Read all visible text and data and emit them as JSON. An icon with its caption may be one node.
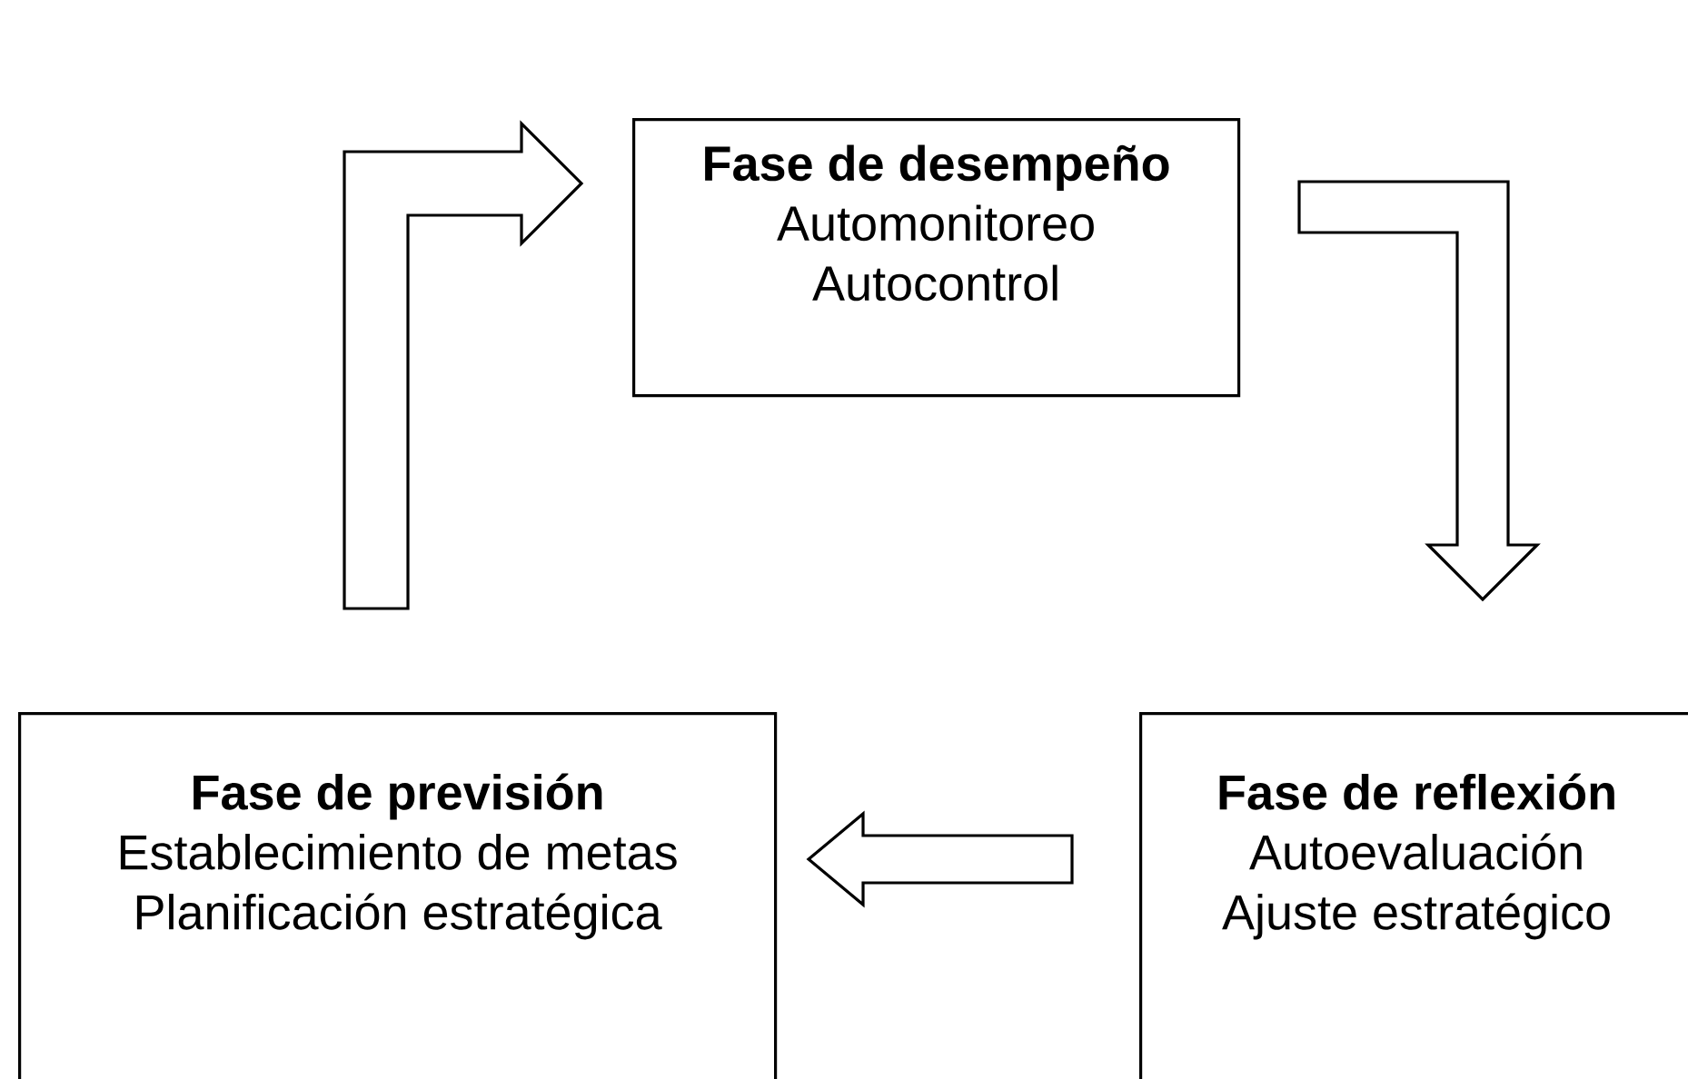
{
  "diagram": {
    "nodes": [
      {
        "text": [
          "Fase de desempeño",
          "Automonitoreo",
          "Autocontrol"
        ]
      },
      {
        "text": [
          "Fase de previsión",
          "Establecimiento de metas",
          "Planificación estratégica"
        ]
      },
      {
        "text": [
          "Fase de reflexión",
          "Autoevaluación",
          "Ajuste estratégico"
        ]
      }
    ],
    "edges": [
      {
        "from": 1,
        "to": 0,
        "arrow": "to"
      },
      {
        "from": 0,
        "to": 2,
        "arrow": "to"
      },
      {
        "from": 2,
        "to": 1,
        "arrow": "to"
      }
    ]
  }
}
